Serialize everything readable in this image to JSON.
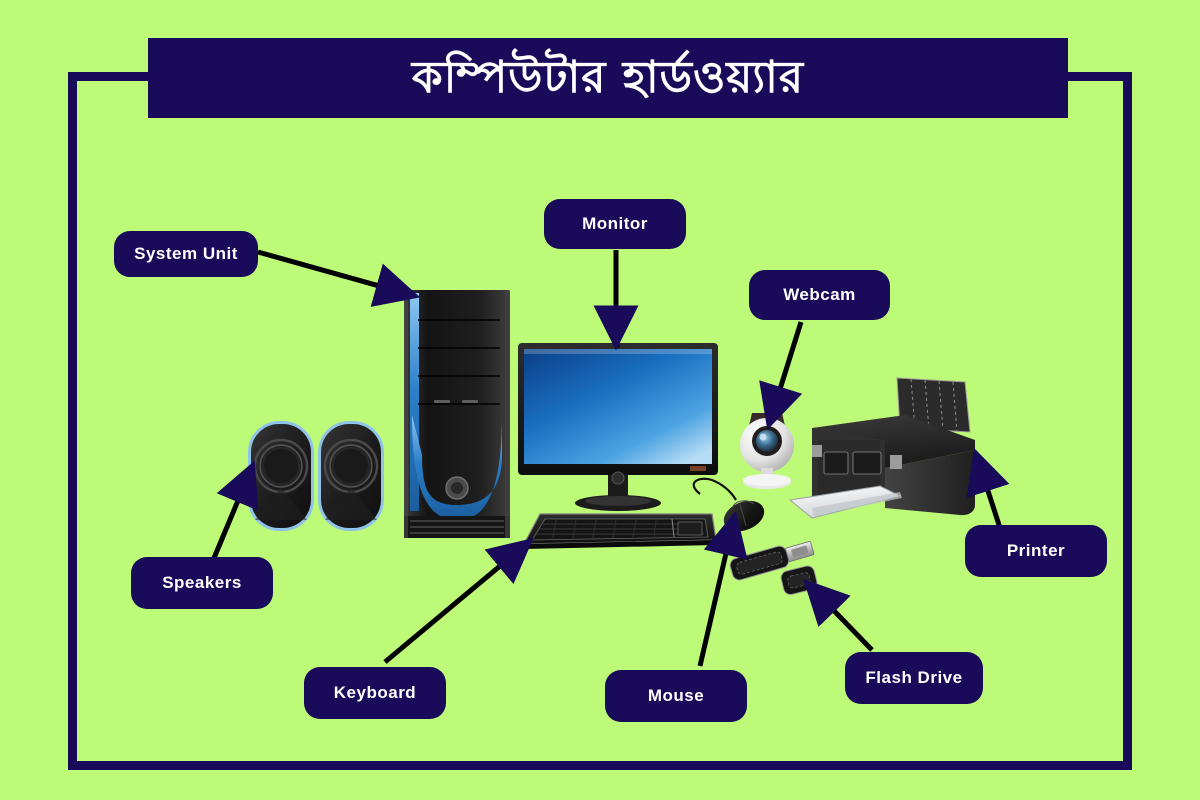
{
  "page": {
    "title_bn": "কম্পিউটার হার্ডওয়্যার",
    "background_color": "#bdfa78",
    "frame_color": "#190a5a",
    "label_bg_color": "#190a5a",
    "label_text_color": "#ffffff",
    "arrow_line_color": "#000000",
    "arrow_head_color": "#190a5a"
  },
  "labels": [
    {
      "id": "system-unit",
      "text": "System Unit"
    },
    {
      "id": "monitor",
      "text": "Monitor"
    },
    {
      "id": "webcam",
      "text": "Webcam"
    },
    {
      "id": "printer",
      "text": "Printer"
    },
    {
      "id": "speakers",
      "text": "Speakers"
    },
    {
      "id": "keyboard",
      "text": "Keyboard"
    },
    {
      "id": "mouse",
      "text": "Mouse"
    },
    {
      "id": "flash-drive",
      "text": "Flash Drive"
    }
  ],
  "hardware": [
    {
      "id": "system-unit",
      "name": "computer tower case",
      "colors": [
        "#1c1c1c",
        "#2b7fd4"
      ]
    },
    {
      "id": "monitor",
      "name": "lcd monitor",
      "colors": [
        "#121212",
        "#1e74c8"
      ]
    },
    {
      "id": "webcam",
      "name": "webcam",
      "colors": [
        "#ececec",
        "#3a2b2b"
      ]
    },
    {
      "id": "printer",
      "name": "inkjet printer",
      "colors": [
        "#2a2a2a",
        "#f2f2f2"
      ]
    },
    {
      "id": "speakers",
      "name": "desktop speakers",
      "colors": [
        "#1d1d1d",
        "#8fc3e8"
      ]
    },
    {
      "id": "keyboard",
      "name": "keyboard",
      "colors": [
        "#1a1a1a"
      ]
    },
    {
      "id": "mouse",
      "name": "wired mouse",
      "colors": [
        "#161616"
      ]
    },
    {
      "id": "flash-drive",
      "name": "usb flash drive",
      "colors": [
        "#161616",
        "#c9c9c9"
      ]
    }
  ]
}
